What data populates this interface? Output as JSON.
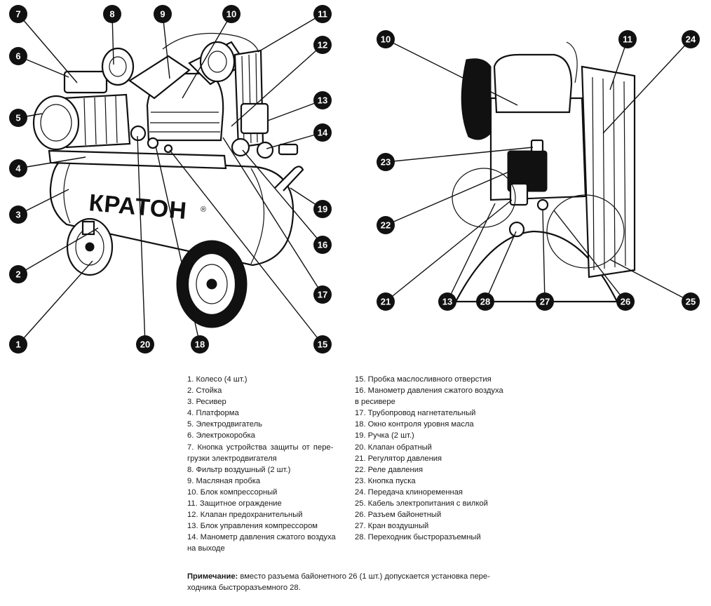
{
  "brand": "КРАТОН",
  "brand_mark": "®",
  "callouts_left": [
    "1",
    "2",
    "3",
    "4",
    "5",
    "6",
    "7",
    "8",
    "9",
    "10",
    "11",
    "12",
    "13",
    "14",
    "15",
    "16",
    "17",
    "18",
    "19",
    "20"
  ],
  "callouts_right": [
    "10",
    "11",
    "24",
    "23",
    "22",
    "21",
    "13",
    "28",
    "27",
    "26",
    "25"
  ],
  "legend_left": [
    "1. Колесо (4 шт.)",
    "2. Стойка",
    "3. Ресивер",
    "4. Платформа",
    "5. Электродвигатель",
    "6. Электрокоробка",
    "7. Кнопка устройства защиты от пере-",
    "грузки электродвигателя",
    "8. Фильтр воздушный (2 шт.)",
    "9. Масляная пробка",
    "10. Блок компрессорный",
    "11. Защитное ограждение",
    "12. Клапан предохранительный",
    "13. Блок управления компрессором",
    "14. Манометр давления сжатого воздуха",
    "на выходе"
  ],
  "legend_right": [
    "15. Пробка маслосливного отверстия",
    "16. Манометр давления сжатого воздуха",
    "в ресивере",
    "17. Трубопровод нагнетательный",
    "18. Окно контроля уровня масла",
    "19. Ручка (2 шт.)",
    "20. Клапан обратный",
    "21. Регулятор давления",
    "22. Реле давления",
    "23. Кнопка пуска",
    "24. Передача клиноременная",
    "25. Кабель электропитания с вилкой",
    "26. Разъем байонетный",
    "27. Кран воздушный",
    "28. Переходник быстроразъемный"
  ],
  "note": {
    "label": "Примечание:",
    "line1": " вместо разъема байонетного 26 (1 шт.) допускается установка пере-",
    "line2": "ходника быстроразъемного 28."
  }
}
